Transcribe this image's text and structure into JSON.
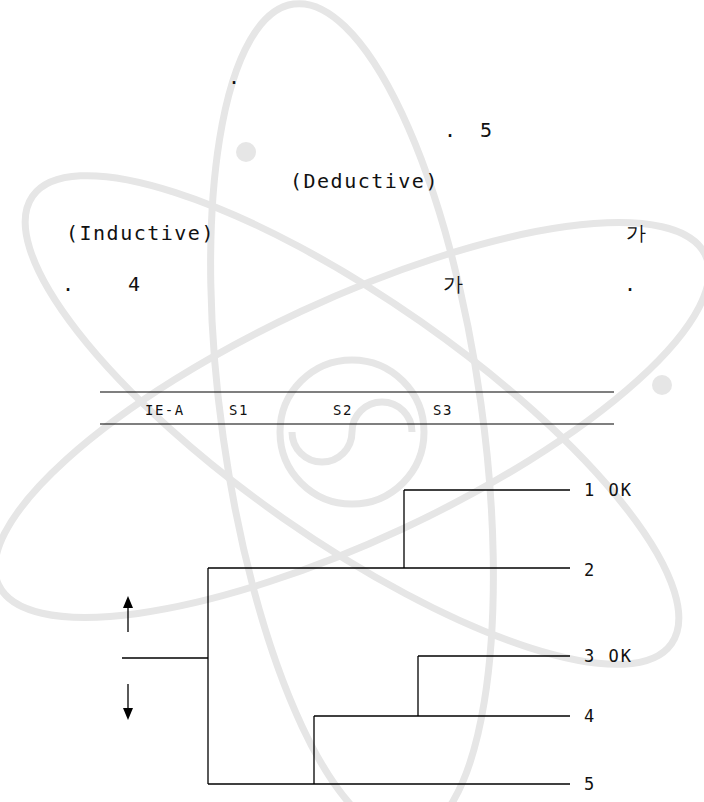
{
  "diagram": {
    "labels": [
      ".",
      ".",
      "5",
      "(Deductive)",
      "(Inductive)",
      "가",
      ".",
      "4",
      "가",
      ".",
      "IE-A",
      "S1",
      "S2",
      "S3",
      "1 OK",
      "2",
      "3 OK",
      "4",
      "5"
    ]
  }
}
